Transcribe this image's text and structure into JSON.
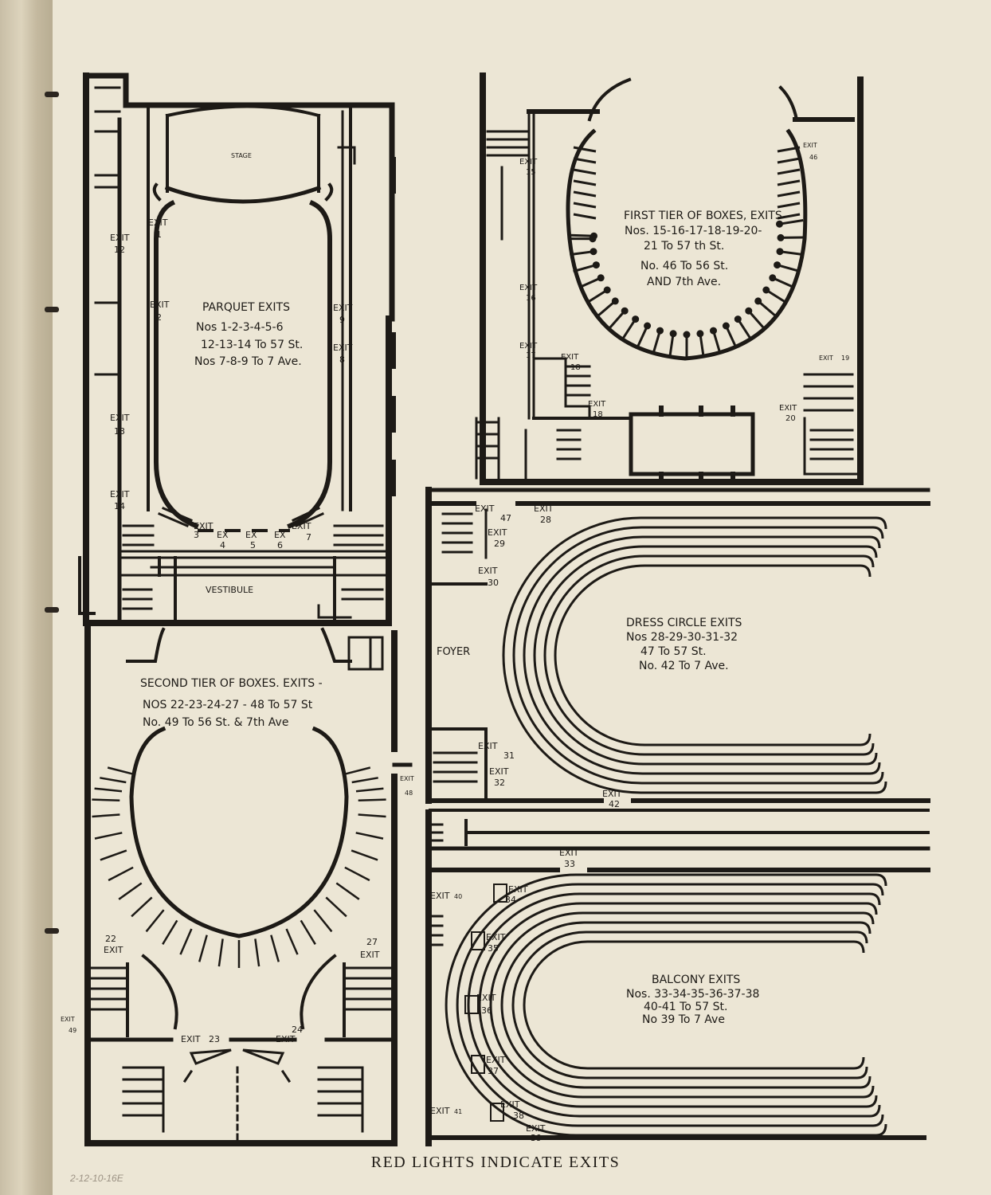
{
  "footer": "RED LIGHTS INDICATE EXITS",
  "pencil_note": "2-12-10-16E",
  "colors": {
    "ink": "#1d1a16",
    "paper": "#ece6d5"
  },
  "parquet": {
    "stage": "STAGE",
    "vestibule": "VESTIBULE",
    "title_lines": [
      "PARQUET EXITS",
      "Nos 1-2-3-4-5-6",
      "12-13-14 To 57 St.",
      "Nos 7-8-9 To 7 Ave."
    ],
    "exits": [
      {
        "word": "EXIT",
        "num": "1"
      },
      {
        "word": "EXIT",
        "num": "2"
      },
      {
        "word": "EXIT",
        "num": "3"
      },
      {
        "word": "EX",
        "num": "4"
      },
      {
        "word": "EX",
        "num": "5"
      },
      {
        "word": "EX",
        "num": "6"
      },
      {
        "word": "EXIT",
        "num": "7"
      },
      {
        "word": "EXIT",
        "num": "8"
      },
      {
        "word": "EXIT",
        "num": "9"
      },
      {
        "word": "EXIT",
        "num": "12"
      },
      {
        "word": "EXIT",
        "num": "13"
      },
      {
        "word": "EXIT",
        "num": "14"
      }
    ]
  },
  "first_tier": {
    "title_lines": [
      "FIRST TIER OF BOXES, EXITS",
      "Nos. 15-16-17-18-19-20-",
      "21 To 57 th St.",
      "No. 46 To 56 St.",
      "AND 7th Ave."
    ],
    "exits": [
      {
        "word": "EXIT",
        "num": "15"
      },
      {
        "word": "EXIT",
        "num": "16"
      },
      {
        "word": "EXIT",
        "num": "17"
      },
      {
        "word": "EXIT",
        "num": "18"
      },
      {
        "word": "EXIT",
        "num": "18"
      },
      {
        "word": "EXIT",
        "num": "20"
      },
      {
        "word": "EXIT",
        "num": "46"
      },
      {
        "word": "EXIT",
        "num": "19"
      }
    ]
  },
  "second_tier": {
    "title_lines": [
      "SECOND TIER OF BOXES. EXITS -",
      "NOS 22-23-24-27 - 48 To 57 St",
      "No. 49 To 56 St. & 7th Ave"
    ],
    "exits": [
      {
        "word": "EXIT",
        "num": "22"
      },
      {
        "word": "EXIT",
        "num": "23"
      },
      {
        "word": "EXIT",
        "num": "24"
      },
      {
        "word": "EXIT",
        "num": "27"
      },
      {
        "word": "EXIT",
        "num": "48"
      },
      {
        "word": "EXIT",
        "num": "49"
      }
    ]
  },
  "dress_circle": {
    "foyer": "FOYER",
    "title_lines": [
      "DRESS CIRCLE EXITS",
      "Nos 28-29-30-31-32",
      "47 To 57 St.",
      "No. 42 To 7 Ave."
    ],
    "exits": [
      {
        "word": "EXIT",
        "num": "47"
      },
      {
        "word": "EXIT",
        "num": "28"
      },
      {
        "word": "EXIT",
        "num": "29"
      },
      {
        "word": "EXIT",
        "num": "30"
      },
      {
        "word": "EXIT",
        "num": "31"
      },
      {
        "word": "EXIT",
        "num": "32"
      },
      {
        "word": "EXIT",
        "num": "42"
      }
    ]
  },
  "balcony": {
    "title_lines": [
      "BALCONY EXITS",
      "Nos. 33-34-35-36-37-38",
      "40-41 To 57 St.",
      "No 39 To 7 Ave"
    ],
    "exits": [
      {
        "word": "EXIT",
        "num": "33"
      },
      {
        "word": "EXIT",
        "num": "34"
      },
      {
        "word": "EXIT",
        "num": "35"
      },
      {
        "word": "EXIT",
        "num": "36"
      },
      {
        "word": "EXIT",
        "num": "37"
      },
      {
        "word": "EXIT",
        "num": "38"
      },
      {
        "word": "EXIT",
        "num": "39"
      },
      {
        "word": "EXIT",
        "num": "40"
      },
      {
        "word": "EXIT",
        "num": "41"
      }
    ]
  }
}
